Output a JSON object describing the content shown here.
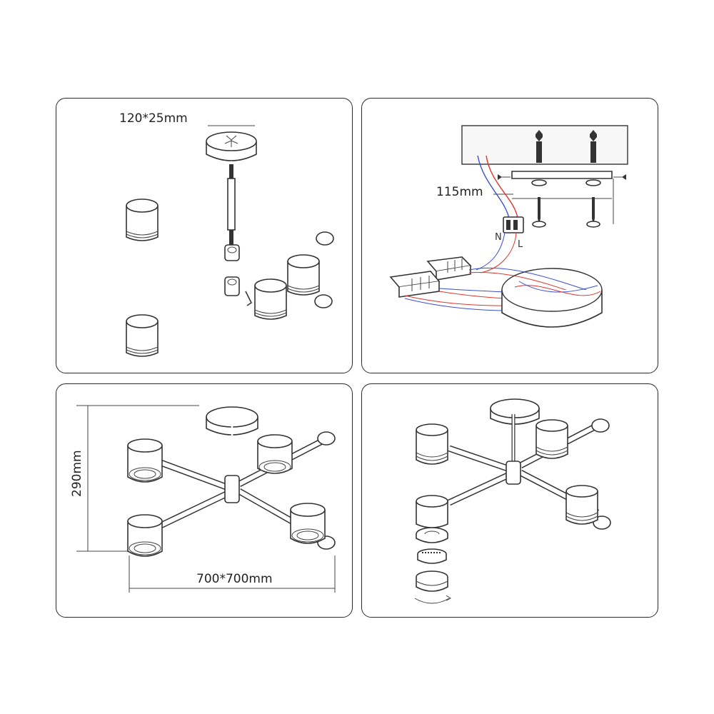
{
  "panels": {
    "canopy_dimension": {
      "label": "120*25mm"
    },
    "wiring": {
      "dimension": "115mm",
      "neutral_label": "N",
      "live_label": "L",
      "wire_colors": {
        "blue": "#3b4fd6",
        "red": "#e0342b"
      }
    },
    "dimensions": {
      "height": "290mm",
      "width": "700*700mm"
    },
    "assembly": {}
  }
}
